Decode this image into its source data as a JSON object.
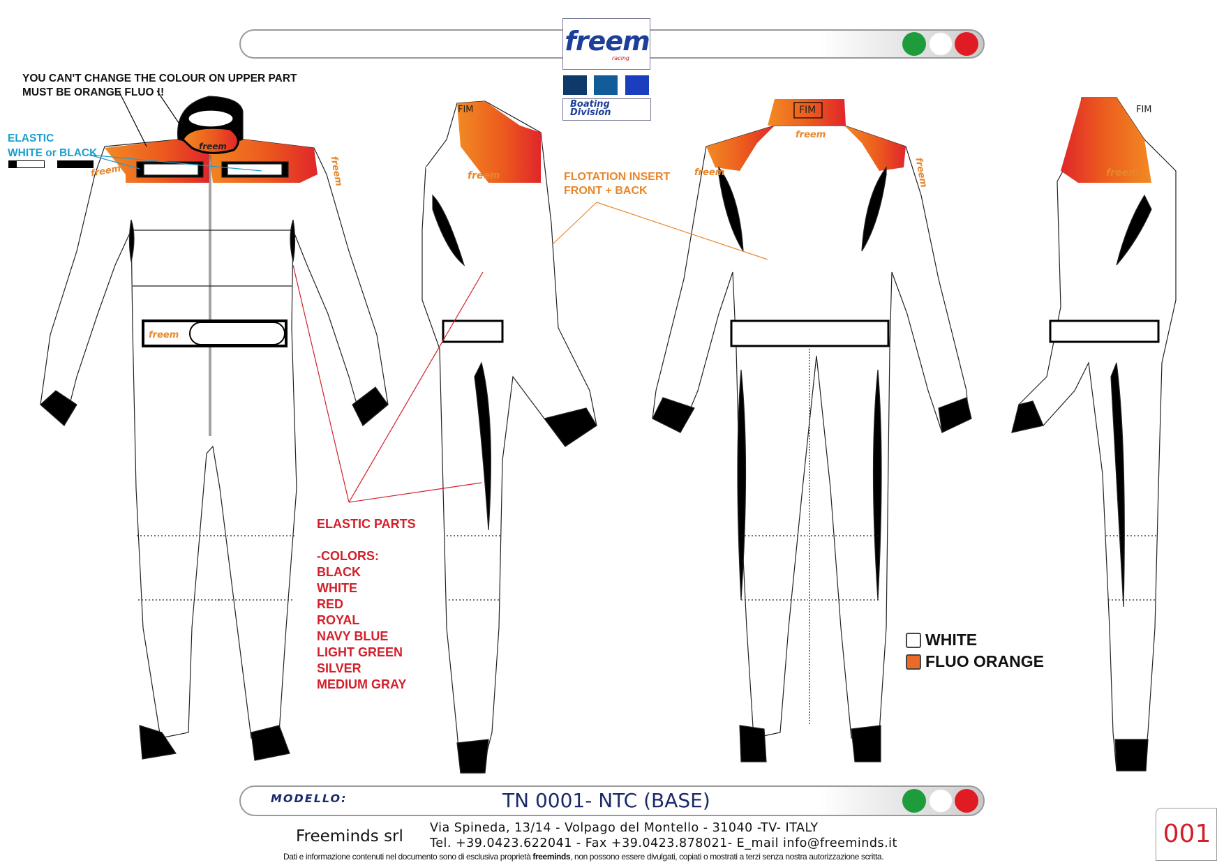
{
  "header": {
    "brand": "freem",
    "brand_sub": "racing",
    "division": [
      "Boating",
      "Division"
    ],
    "flag_colors": [
      "#1e9c3c",
      "#ffffff",
      "#e01b24"
    ],
    "swatches": [
      "#0e3a6b",
      "#135c9a",
      "#1b3dbf"
    ]
  },
  "annotations": {
    "upper_part": [
      "YOU CAN'T CHANGE THE COLOUR ON UPPER PART",
      "MUST BE ORANGE FLUO !!"
    ],
    "elastic": [
      "ELASTIC",
      "WHITE or BLACK"
    ],
    "flotation": [
      "FLOTATION INSERT",
      "FRONT + BACK"
    ],
    "elastic_parts_title": "ELASTIC PARTS",
    "colors_title": "-COLORS:",
    "colors": [
      "BLACK",
      "WHITE",
      "RED",
      "ROYAL",
      "NAVY BLUE",
      "LIGHT GREEN",
      "SILVER",
      "MEDIUM GRAY"
    ]
  },
  "suit": {
    "chest_logo": "freem",
    "belt_logo": "freem",
    "sleeve_logo": "freem",
    "collar_badge": "FIM",
    "colors": {
      "orange": "#ec5a1e",
      "red": "#e0262a",
      "white": "#ffffff",
      "black": "#000000"
    }
  },
  "legend": [
    {
      "label": "WHITE",
      "color": "#ffffff"
    },
    {
      "label": "FLUO ORANGE",
      "color": "#ec6a25"
    }
  ],
  "footer": {
    "modello_label": "MODELLO:",
    "model": "TN 0001- NTC (BASE)",
    "company": "Freeminds srl",
    "address": "Via Spineda, 13/14 - Volpago del Montello - 31040 -TV- ITALY",
    "contacts": "Tel. +39.0423.622041 - Fax +39.0423.878021- E_mail info@freeminds.it",
    "disclaimer_pre": "Dati e informazione contenuti nel documento sono di esclusiva proprietà ",
    "disclaimer_brand": "freeminds",
    "disclaimer_post": ", non possono essere divulgati, copiati o mostrati a terzi senza nostra autorizzazione scritta.",
    "page_number": "001"
  }
}
